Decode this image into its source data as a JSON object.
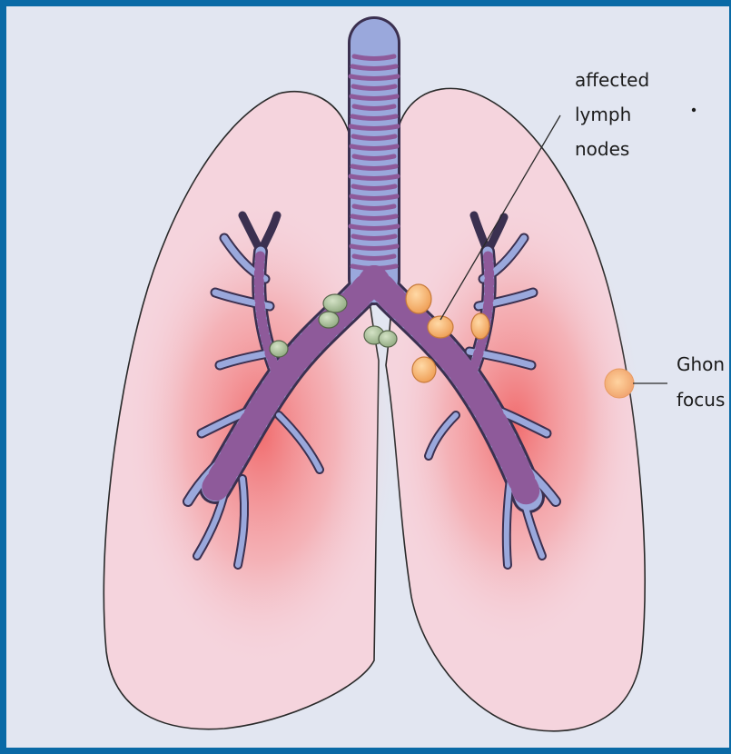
{
  "labels": {
    "lymph_line1": "affected",
    "lymph_line2": "lymph",
    "lymph_line3": "nodes",
    "ghon_line1": "Ghon",
    "ghon_line2": "focus"
  },
  "colors": {
    "frame": "#0a6aa6",
    "background": "#e2e6f1",
    "lung_fill": "#f5d4dd",
    "inflammation": "#f05a5a",
    "airway_fill": "#9aa8dc",
    "airway_ring": "#8e5a9a",
    "healthy_node": "#a7bc9a",
    "affected_node": "#f2ac62",
    "ghon_focus": "#f4b17a"
  }
}
